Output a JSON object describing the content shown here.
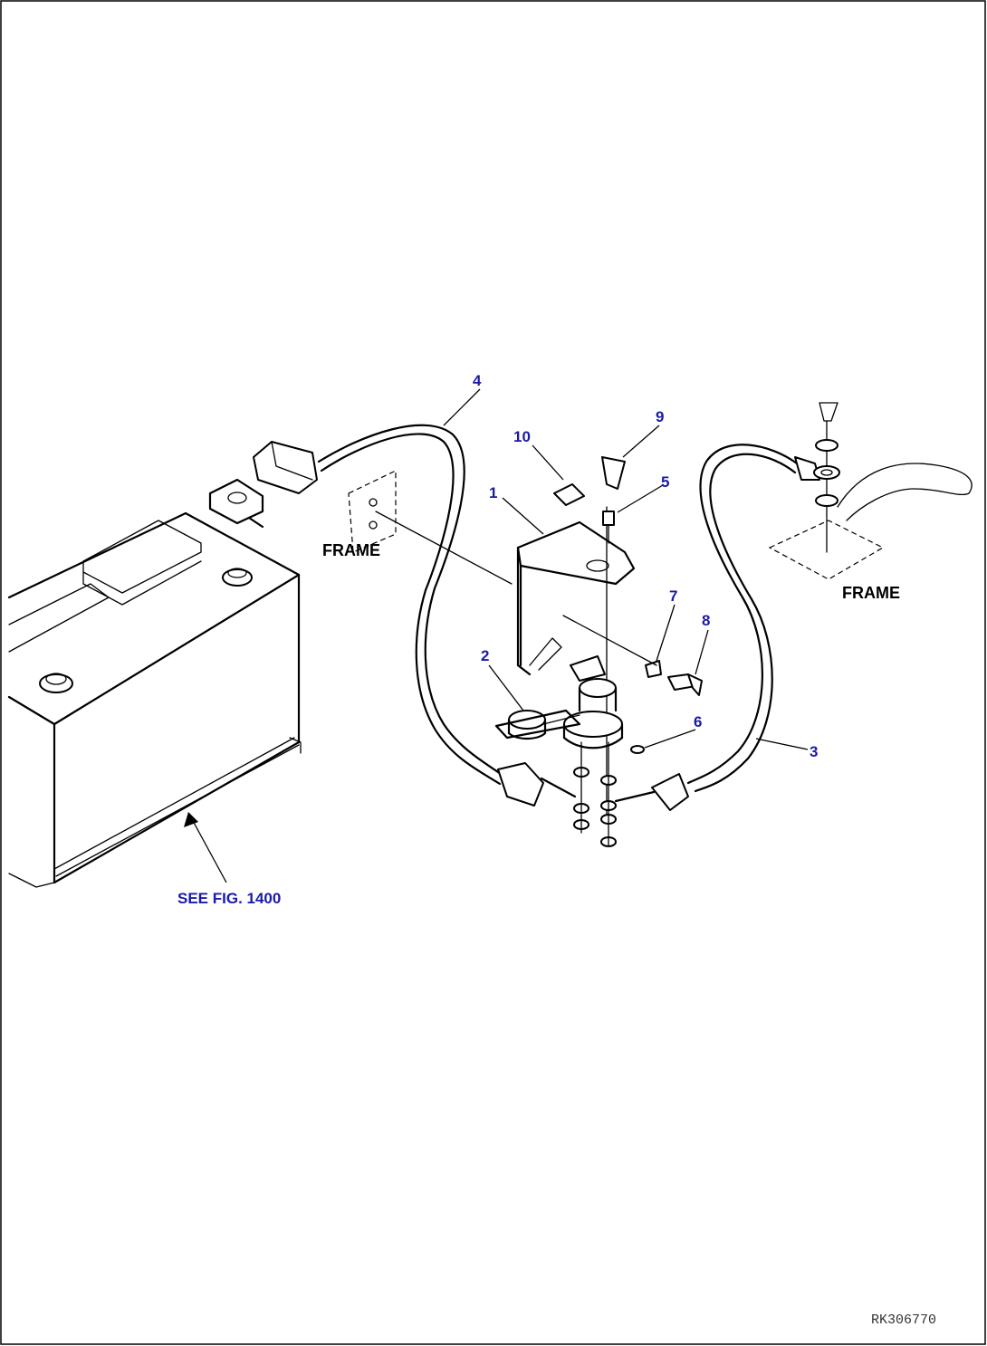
{
  "callouts": [
    "1",
    "2",
    "3",
    "4",
    "5",
    "6",
    "7",
    "8",
    "9",
    "10"
  ],
  "labels": {
    "frame_left": "FRAME",
    "frame_right": "FRAME",
    "see_fig": "SEE FIG. 1400"
  },
  "drawing_code": "RK306770"
}
